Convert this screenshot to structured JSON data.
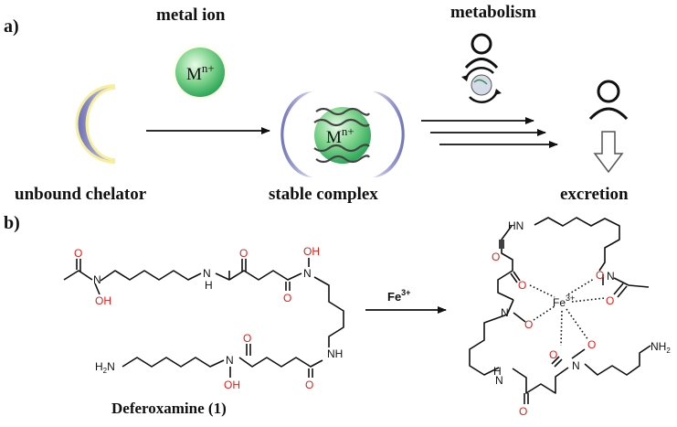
{
  "panel_a": {
    "panel_label": "a)",
    "metal_ion_label": "metal ion",
    "metabolism_label": "metabolism",
    "metal_symbol": "M",
    "metal_charge": "n+",
    "unbound_chelator_label": "unbound chelator",
    "stable_complex_label": "stable complex",
    "excretion_label": "excretion"
  },
  "panel_b": {
    "panel_label": "b)",
    "reagent_symbol": "Fe",
    "reagent_charge": "3+",
    "compound_label": "Deferoxamine (1)",
    "atoms": {
      "O": "O",
      "OH": "OH",
      "N": "N",
      "H": "H",
      "NH": "NH",
      "HN": "HN",
      "H2N": "H2N",
      "NH2": "NH2",
      "Fe": "Fe",
      "Fe_charge": "3+"
    }
  },
  "colors": {
    "oxygen_red": "#e0201b",
    "chelator_blue": "#8c8fc8",
    "metal_green": "#4fc06e",
    "glow_yellow": "#f6ee9a"
  }
}
